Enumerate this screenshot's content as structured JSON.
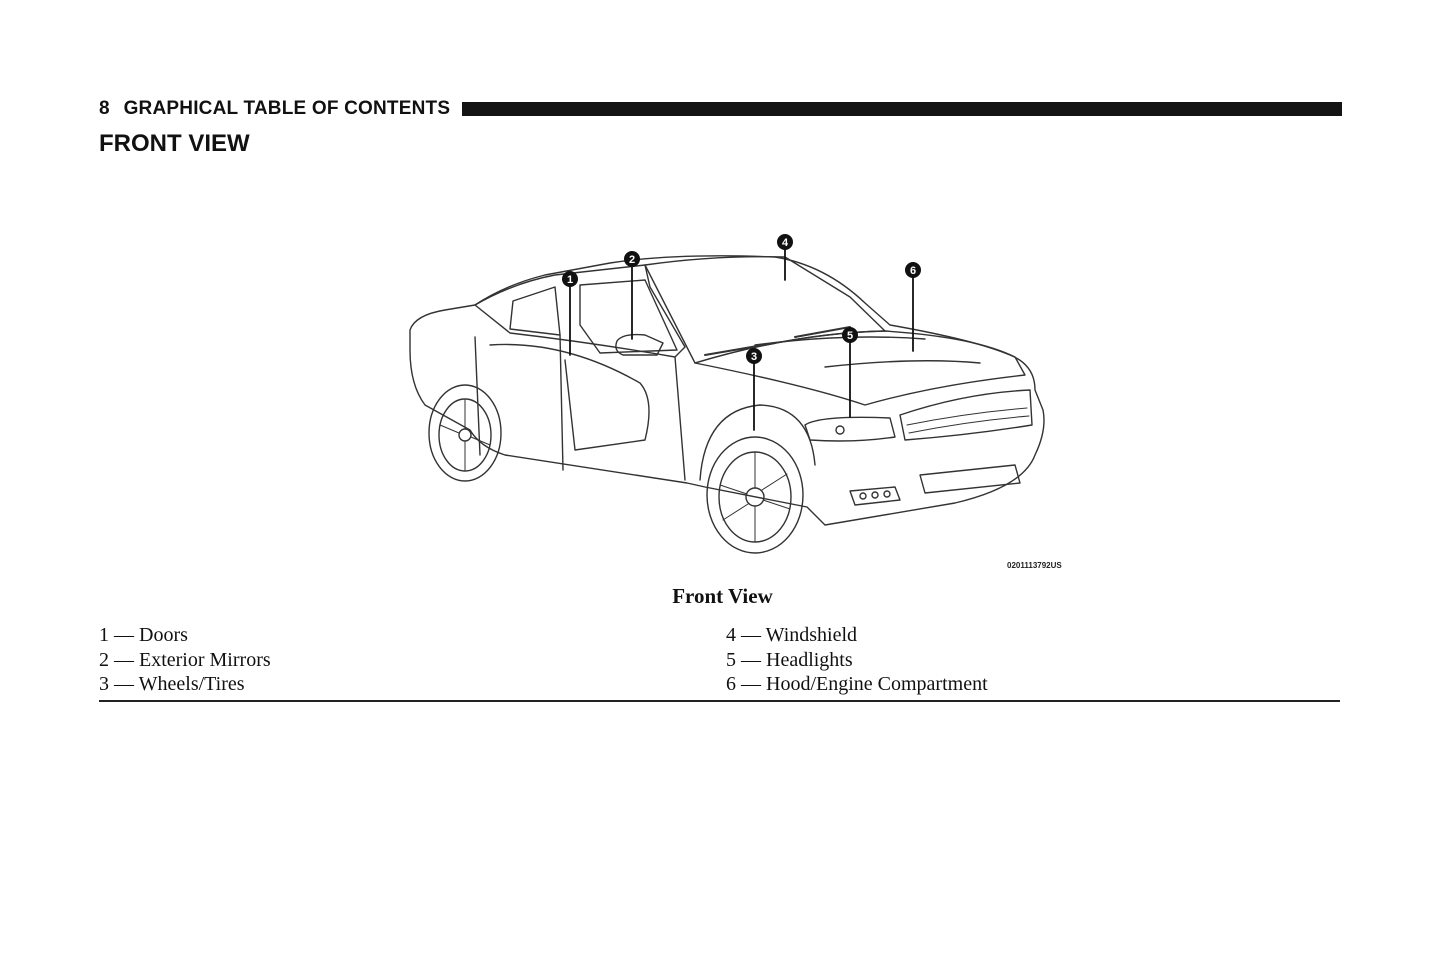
{
  "header": {
    "page_number": "8",
    "section_title": "GRAPHICAL TABLE OF CONTENTS"
  },
  "view_title": "FRONT VIEW",
  "figure": {
    "code": "0201113792US",
    "caption": "Front View",
    "callouts": [
      "1",
      "2",
      "3",
      "4",
      "5",
      "6"
    ]
  },
  "legend": {
    "col1": [
      "1 — Doors",
      "2 — Exterior Mirrors",
      "3 — Wheels/Tires"
    ],
    "col2": [
      "4 — Windshield",
      "5 — Headlights",
      "6 — Hood/Engine Compartment"
    ]
  }
}
